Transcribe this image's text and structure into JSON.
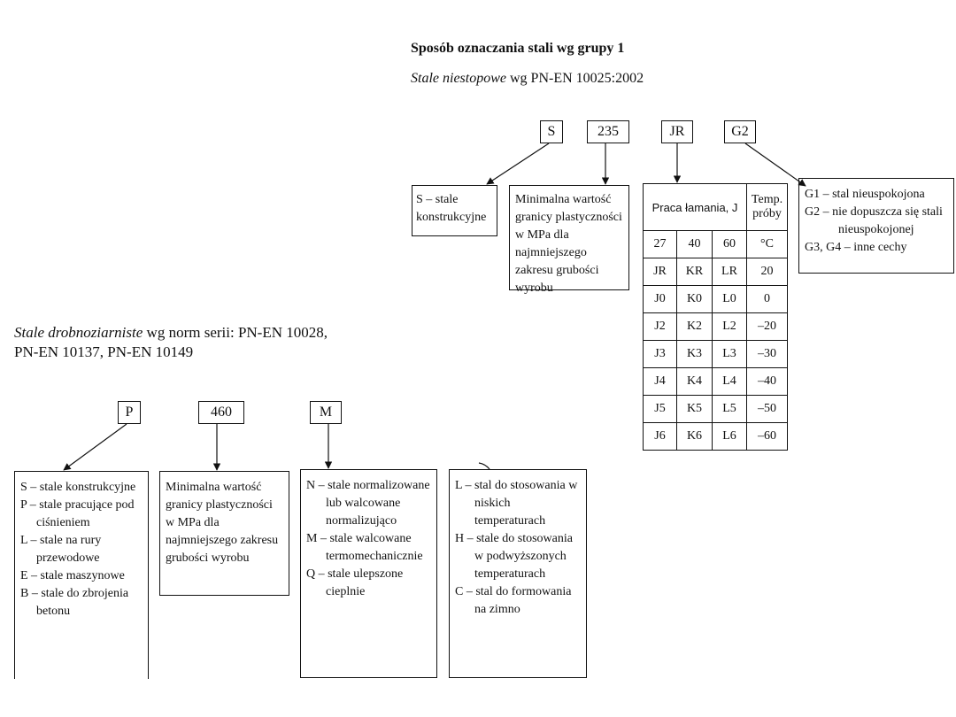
{
  "group1": {
    "title": "Sposób oznaczania stali wg grupy 1",
    "subtitle_italic": "Stale niestopowe",
    "subtitle_rest": " wg PN-EN 10025:2002",
    "codes": [
      "S",
      "235",
      "JR",
      "G2"
    ],
    "box_s": "S – stale konstrukcyjne",
    "box_235": "Minimalna wartość granicy plastyczności w MPa dla najmniejszego zakresu grubości wyrobu",
    "impact_table": {
      "header_left": "Praca łamania, J",
      "header_right": "Temp. próby",
      "subheader": [
        "27",
        "40",
        "60",
        "°C"
      ],
      "rows": [
        [
          "JR",
          "KR",
          "LR",
          "20"
        ],
        [
          "J0",
          "K0",
          "L0",
          "0"
        ],
        [
          "J2",
          "K2",
          "L2",
          "–20"
        ],
        [
          "J3",
          "K3",
          "L3",
          "–30"
        ],
        [
          "J4",
          "K4",
          "L4",
          "–40"
        ],
        [
          "J5",
          "K5",
          "L5",
          "–50"
        ],
        [
          "J6",
          "K6",
          "L6",
          "–60"
        ]
      ]
    },
    "box_g": [
      "G1 – stal nieuspokojona",
      "G2 – nie dopuszcza się stali nieuspokojonej",
      "G3, G4 – inne cechy"
    ]
  },
  "fine_grain": {
    "line1_italic": "Stale drobnoziarniste",
    "line1_rest": " wg norm serii: PN-EN 10028,",
    "line2": "PN-EN 10137, PN-EN 10149",
    "codes": [
      "P",
      "460",
      "M"
    ],
    "box_p": [
      "S – stale konstrukcyjne",
      "P – stale pracujące pod ciśnieniem",
      "L – stale na rury przewodowe",
      "E – stale maszynowe",
      "B – stale do zbrojenia betonu"
    ],
    "box_460": "Minimalna wartość granicy plastyczności w MPa dla najmniejszego zakresu grubości wyrobu",
    "box_m": [
      "N – stale normalizowane lub walcowane normalizująco",
      "M – stale walcowane termomechanicznie",
      "Q – stale ulepszone cieplnie"
    ],
    "box_l": [
      "L – stal do stosowania w niskich temperaturach",
      "H – stale do stosowania w podwyższonych temperaturach",
      "C – stal do formowania na zimno"
    ]
  }
}
